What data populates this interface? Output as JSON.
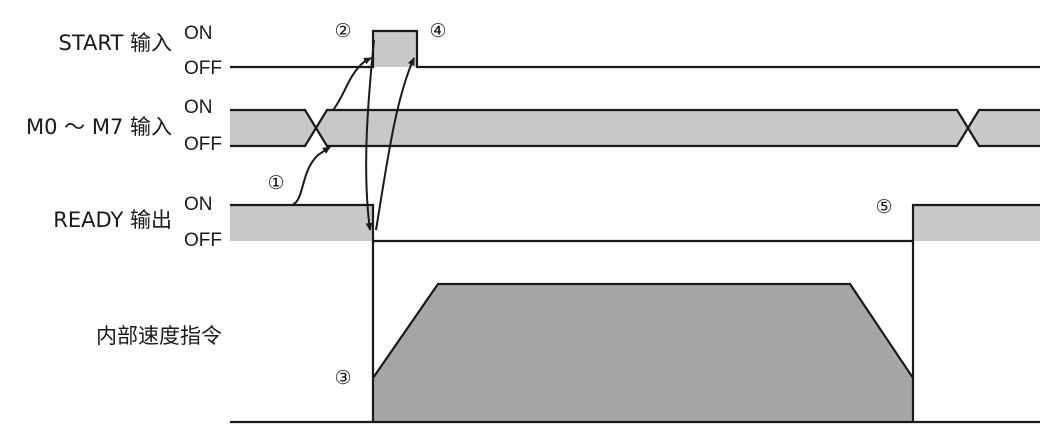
{
  "signals": {
    "start": {
      "label": "START 输入",
      "on": "ON",
      "off": "OFF"
    },
    "m0m7": {
      "label": "M0 ～ M7 输入",
      "on": "ON",
      "off": "OFF"
    },
    "ready": {
      "label": "READY 输出",
      "on": "ON",
      "off": "OFF"
    },
    "speed": {
      "label": "内部速度指令"
    }
  },
  "steps": [
    "①",
    "②",
    "③",
    "④",
    "⑤"
  ],
  "colors": {
    "line": "#1a1a1a",
    "band": "#c8c8c8",
    "speed_fill": "#a6a6a6"
  }
}
